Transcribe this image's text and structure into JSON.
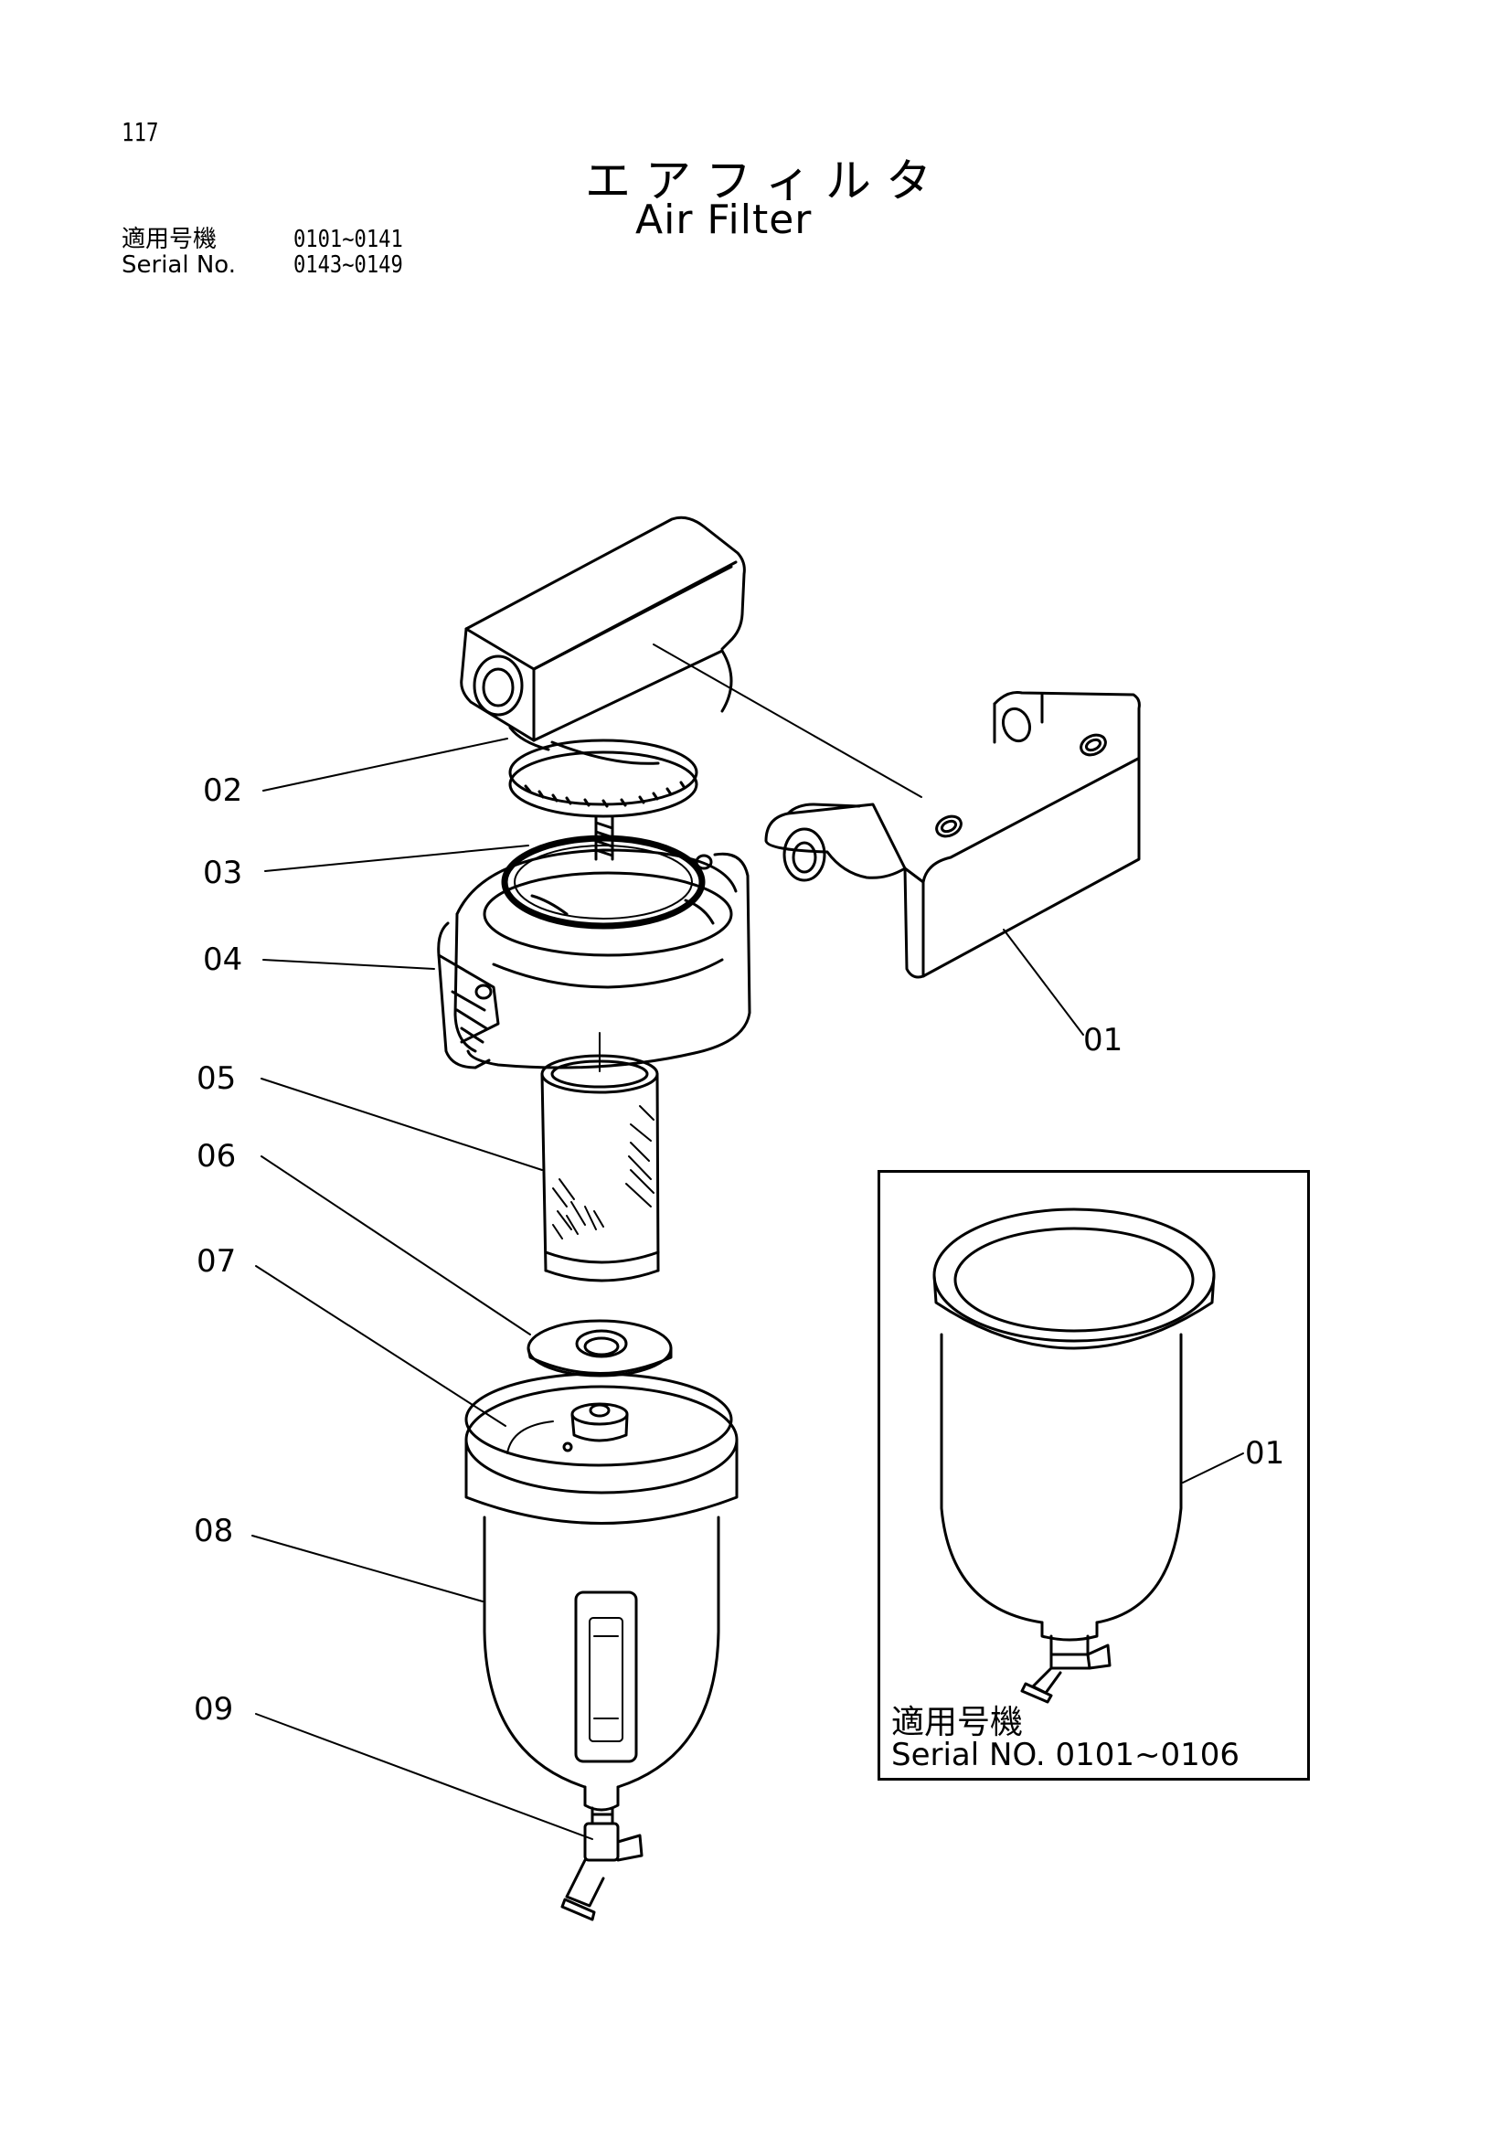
{
  "page_number": "117",
  "title_jp": "エアフィルタ",
  "title_en": "Air Filter",
  "serial": {
    "row1_label": "適用号機",
    "row1_range": "0101~0141",
    "row2_label": "Serial No.",
    "row2_range": "0143~0149"
  },
  "callouts": {
    "c01": "01",
    "c02": "02",
    "c03": "03",
    "c04": "04",
    "c05": "05",
    "c06": "06",
    "c07": "07",
    "c08": "08",
    "c09": "09",
    "inset_c01": "01"
  },
  "inset": {
    "applicable_label": "適用号機",
    "serial_text": "Serial NO. 0101~0106"
  }
}
